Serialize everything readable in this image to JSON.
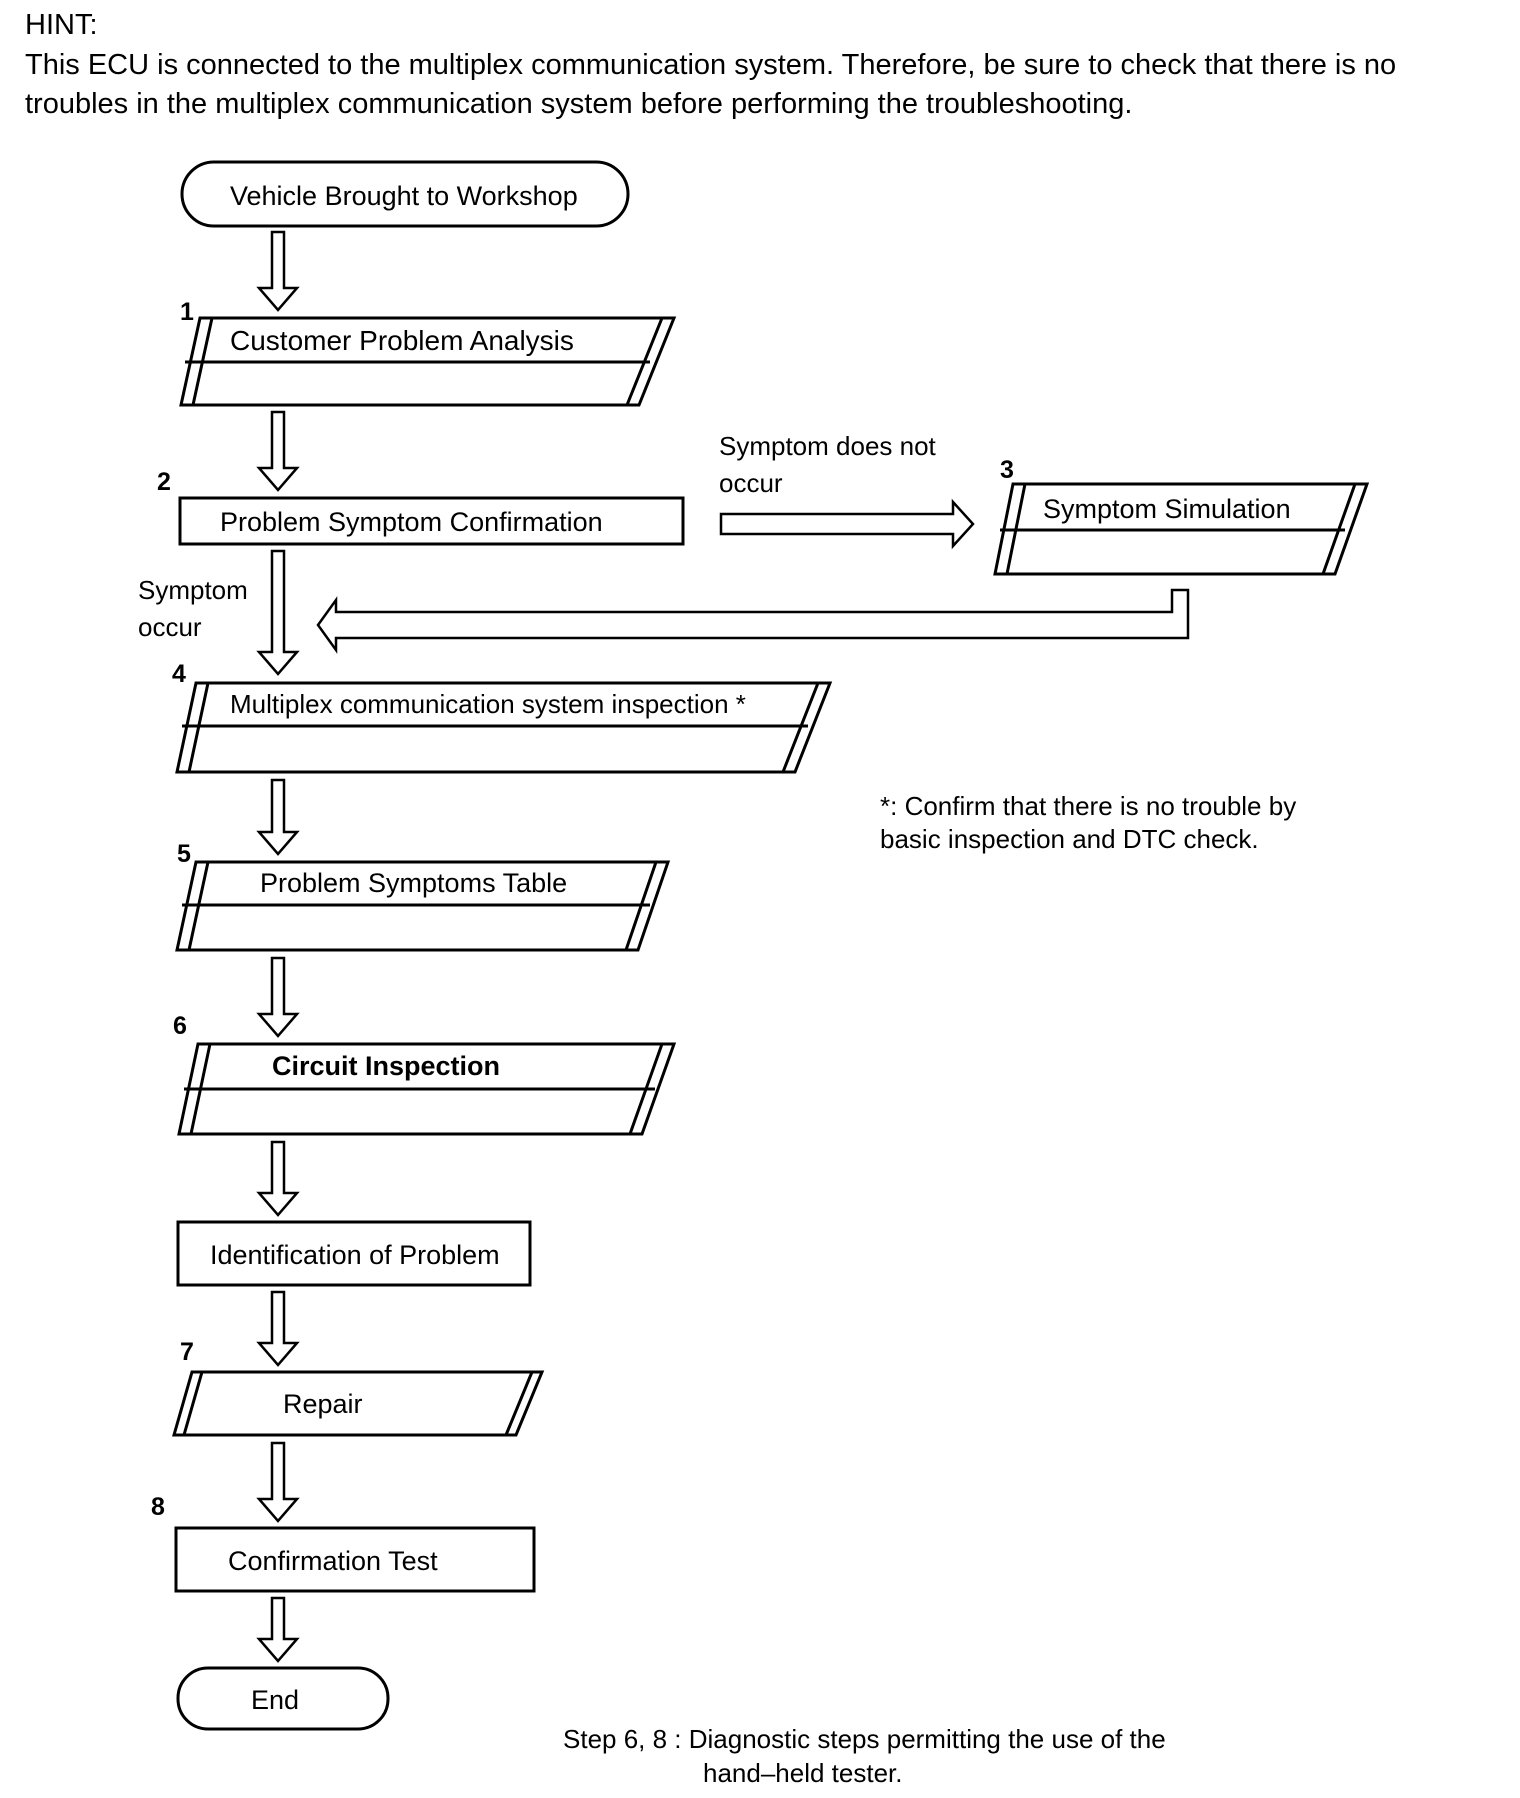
{
  "hint": {
    "title": "HINT:",
    "body": "This ECU is connected to the multiplex communication system. Therefore, be sure to check that there is no troubles in the multiplex communication system before performing the troubleshooting."
  },
  "flow": {
    "start": "Vehicle Brought to Workshop",
    "steps": [
      {
        "num": "1",
        "label": "Customer Problem Analysis"
      },
      {
        "num": "2",
        "label": "Problem Symptom Confirmation"
      },
      {
        "num": "3",
        "label": "Symptom Simulation"
      },
      {
        "num": "4",
        "label": "Multiplex communication system inspection *"
      },
      {
        "num": "5",
        "label": "Problem Symptoms Table"
      },
      {
        "num": "6",
        "label": "Circuit Inspection"
      },
      {
        "num": "",
        "label": "Identification of Problem"
      },
      {
        "num": "7",
        "label": "Repair"
      },
      {
        "num": "8",
        "label": "Confirmation Test"
      }
    ],
    "end": "End",
    "branch_not_occur_line1": "Symptom does not",
    "branch_not_occur_line2": "occur",
    "branch_occur_line1": "Symptom",
    "branch_occur_line2": "occur"
  },
  "note": {
    "line1": "*: Confirm that there is no trouble by",
    "line2": "basic inspection and DTC check."
  },
  "footer": {
    "line1": "Step 6, 8 : Diagnostic steps permitting the use of the",
    "line2": "hand–held tester."
  }
}
